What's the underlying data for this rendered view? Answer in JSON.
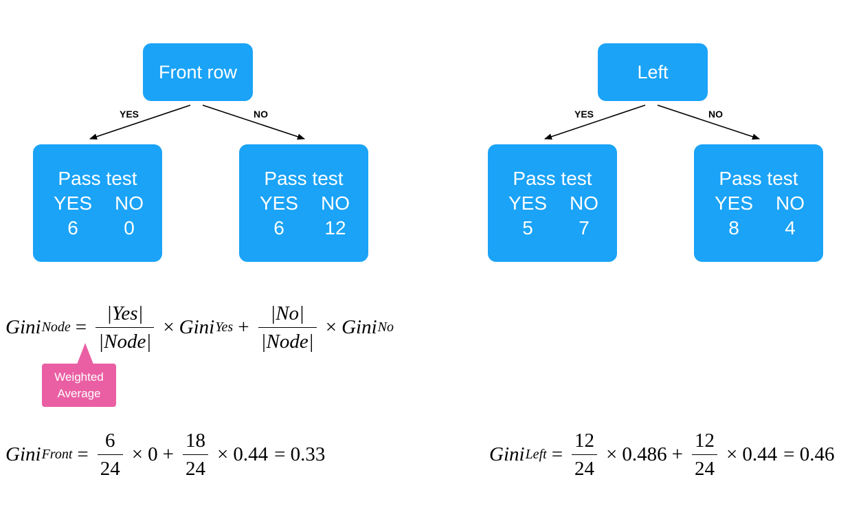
{
  "colors": {
    "node_fill": "#1aa3f7",
    "node_text": "#ffffff",
    "callout_fill": "#ea5fa3"
  },
  "trees": [
    {
      "root": "Front row",
      "yes_label": "YES",
      "no_label": "NO",
      "leaves": [
        {
          "title": "Pass test",
          "col_yes": "YES",
          "col_no": "NO",
          "yes": "6",
          "no": "0"
        },
        {
          "title": "Pass test",
          "col_yes": "YES",
          "col_no": "NO",
          "yes": "6",
          "no": "12"
        }
      ]
    },
    {
      "root": "Left",
      "yes_label": "YES",
      "no_label": "NO",
      "leaves": [
        {
          "title": "Pass test",
          "col_yes": "YES",
          "col_no": "NO",
          "yes": "5",
          "no": "7"
        },
        {
          "title": "Pass test",
          "col_yes": "YES",
          "col_no": "NO",
          "yes": "8",
          "no": "4"
        }
      ]
    }
  ],
  "formula_general": {
    "lhs": "Gini",
    "lhs_sub": "Node",
    "eq": "=",
    "frac1_num": "|Yes|",
    "frac1_den": "|Node|",
    "times": "×",
    "term1": "Gini",
    "term1_sub": "Yes",
    "plus": "+",
    "frac2_num": "|No|",
    "frac2_den": "|Node|",
    "term2": "Gini",
    "term2_sub": "No"
  },
  "callout": {
    "line1": "Weighted",
    "line2": "Average"
  },
  "formula_front": {
    "lhs": "Gini",
    "lhs_sub": "Front",
    "eq": "=",
    "frac1_num": "6",
    "frac1_den": "24",
    "times": "×",
    "val1": "0",
    "plus": "+",
    "frac2_num": "18",
    "frac2_den": "24",
    "val2": "0.44",
    "result": "= 0.33"
  },
  "formula_left": {
    "lhs": "Gini",
    "lhs_sub": "Left",
    "eq": "=",
    "frac1_num": "12",
    "frac1_den": "24",
    "times": "×",
    "val1": "0.486",
    "plus": "+",
    "frac2_num": "12",
    "frac2_den": "24",
    "val2": "0.44",
    "result": "= 0.46"
  }
}
